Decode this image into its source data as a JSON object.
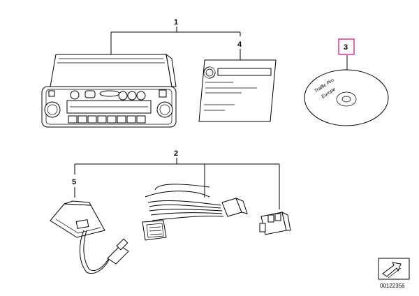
{
  "parts": {
    "p1": {
      "number": "1"
    },
    "p2": {
      "number": "2"
    },
    "p3": {
      "number": "3"
    },
    "p4": {
      "number": "4"
    },
    "p5": {
      "number": "5"
    }
  },
  "cd_label": {
    "line1": "Traffic Pro",
    "line2": "Europe"
  },
  "diagram_code": "00122356",
  "colors": {
    "highlight": "#e0409a",
    "line": "#000000"
  },
  "icons": {
    "corner_symbol": "arrow-icon"
  }
}
